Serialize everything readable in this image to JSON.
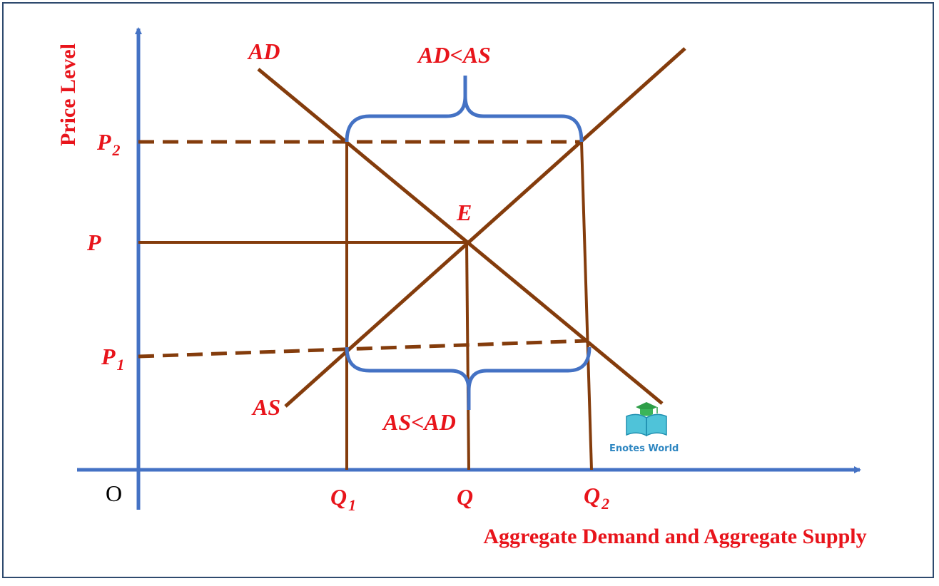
{
  "axes": {
    "y_title": "Price Level",
    "x_title": "Aggregate Demand and Aggregate Supply",
    "origin": "O"
  },
  "price_labels": {
    "p2": {
      "main": "P",
      "sub": "2"
    },
    "p": {
      "main": "P",
      "sub": ""
    },
    "p1": {
      "main": "P",
      "sub": "1"
    }
  },
  "quantity_labels": {
    "q1": {
      "main": "Q",
      "sub": "1"
    },
    "q": {
      "main": "Q",
      "sub": ""
    },
    "q2": {
      "main": "Q",
      "sub": "2"
    }
  },
  "curves": {
    "ad": "AD",
    "as": "AS"
  },
  "equilibrium": "E",
  "annotations": {
    "top": "AD<AS",
    "bottom": "AS<AD"
  },
  "logo": {
    "text": "Enotes World"
  },
  "colors": {
    "axis": "#4472C4",
    "curve": "#843C0C",
    "label": "#E8141B",
    "brace": "#4472C4"
  }
}
